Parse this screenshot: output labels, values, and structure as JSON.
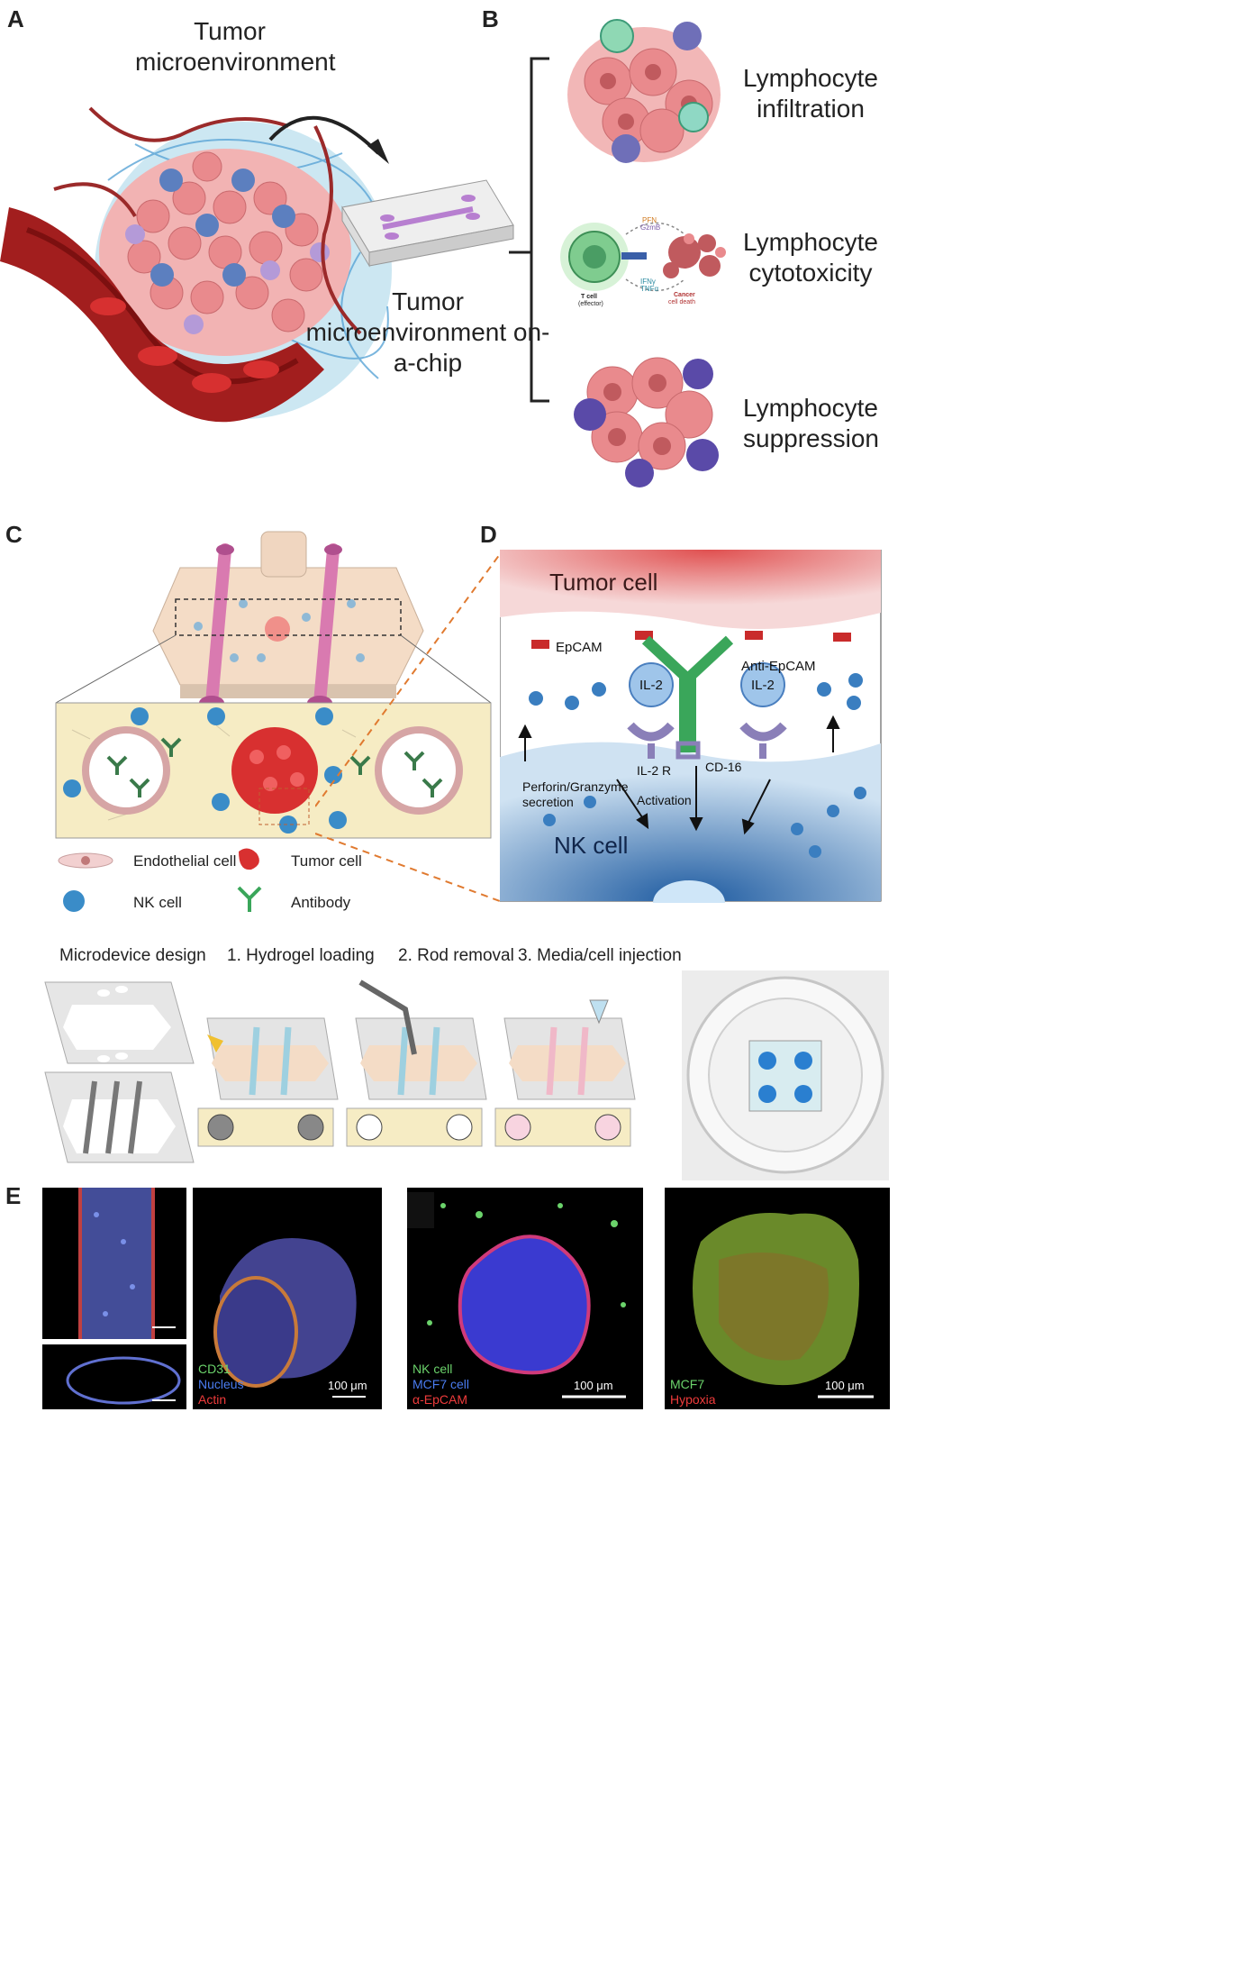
{
  "panels": {
    "a": {
      "label": "A",
      "tme_title_line1": "Tumor",
      "tme_title_line2": "microenvironment",
      "chip_caption_line1": "Tumor",
      "chip_caption_line2": "microenvironment on-",
      "chip_caption_line3": "a-chip"
    },
    "b": {
      "label": "B",
      "items": [
        {
          "line1": "Lymphocyte",
          "line2": "infiltration"
        },
        {
          "line1": "Lymphocyte",
          "line2": "cytotoxicity"
        },
        {
          "line1": "Lymphocyte",
          "line2": "suppression"
        }
      ],
      "cyto": {
        "pfn": "PFN",
        "gzmb": "GzmB",
        "ifng": "IFNγ",
        "tnfa": "TNFα",
        "tcell": "T cell",
        "tcell_sub": "(effector)",
        "cancer": "Cancer",
        "cancer_sub": "cell death"
      }
    },
    "c": {
      "label": "C",
      "legend": {
        "endothelial": "Endothelial cell",
        "tumor": "Tumor cell",
        "nk": "NK cell",
        "antibody": "Antibody"
      }
    },
    "d": {
      "label": "D",
      "tumor_cell": "Tumor cell",
      "nk_cell": "NK cell",
      "epcam": "EpCAM",
      "anti_epcam": "Anti-EpCAM",
      "il2_left": "IL-2",
      "il2_right": "IL-2",
      "il2r": "IL-2 R",
      "cd16": "CD-16",
      "perforin_line1": "Perforin/Granzyme",
      "perforin_line2": "secretion",
      "activation": "Activation"
    },
    "steps": {
      "design": "Microdevice design",
      "step1": "1. Hydrogel loading",
      "step2": "2. Rod removal",
      "step3": "3. Media/cell injection"
    },
    "e": {
      "label": "E",
      "img2": {
        "l1": "CD31",
        "l2": "Nucleus",
        "l3": "Actin",
        "scale": "100 μm"
      },
      "img3": {
        "l1": "NK cell",
        "l2": "MCF7 cell",
        "l3": "α-EpCAM",
        "scale": "100 μm"
      },
      "img4": {
        "l1": "MCF7",
        "l2": "Hypoxia",
        "scale": "100 μm"
      }
    }
  },
  "colors": {
    "tumor_red": "#e8868a",
    "nk_blue": "#3a8cc8",
    "antibody_green": "#3aa65a",
    "chip_purple": "#b77fd0",
    "hydrogel_yellow": "#f6ecc4",
    "grn": "#6bd36b",
    "blu": "#4a7cf0",
    "red": "#ef3b3b"
  }
}
